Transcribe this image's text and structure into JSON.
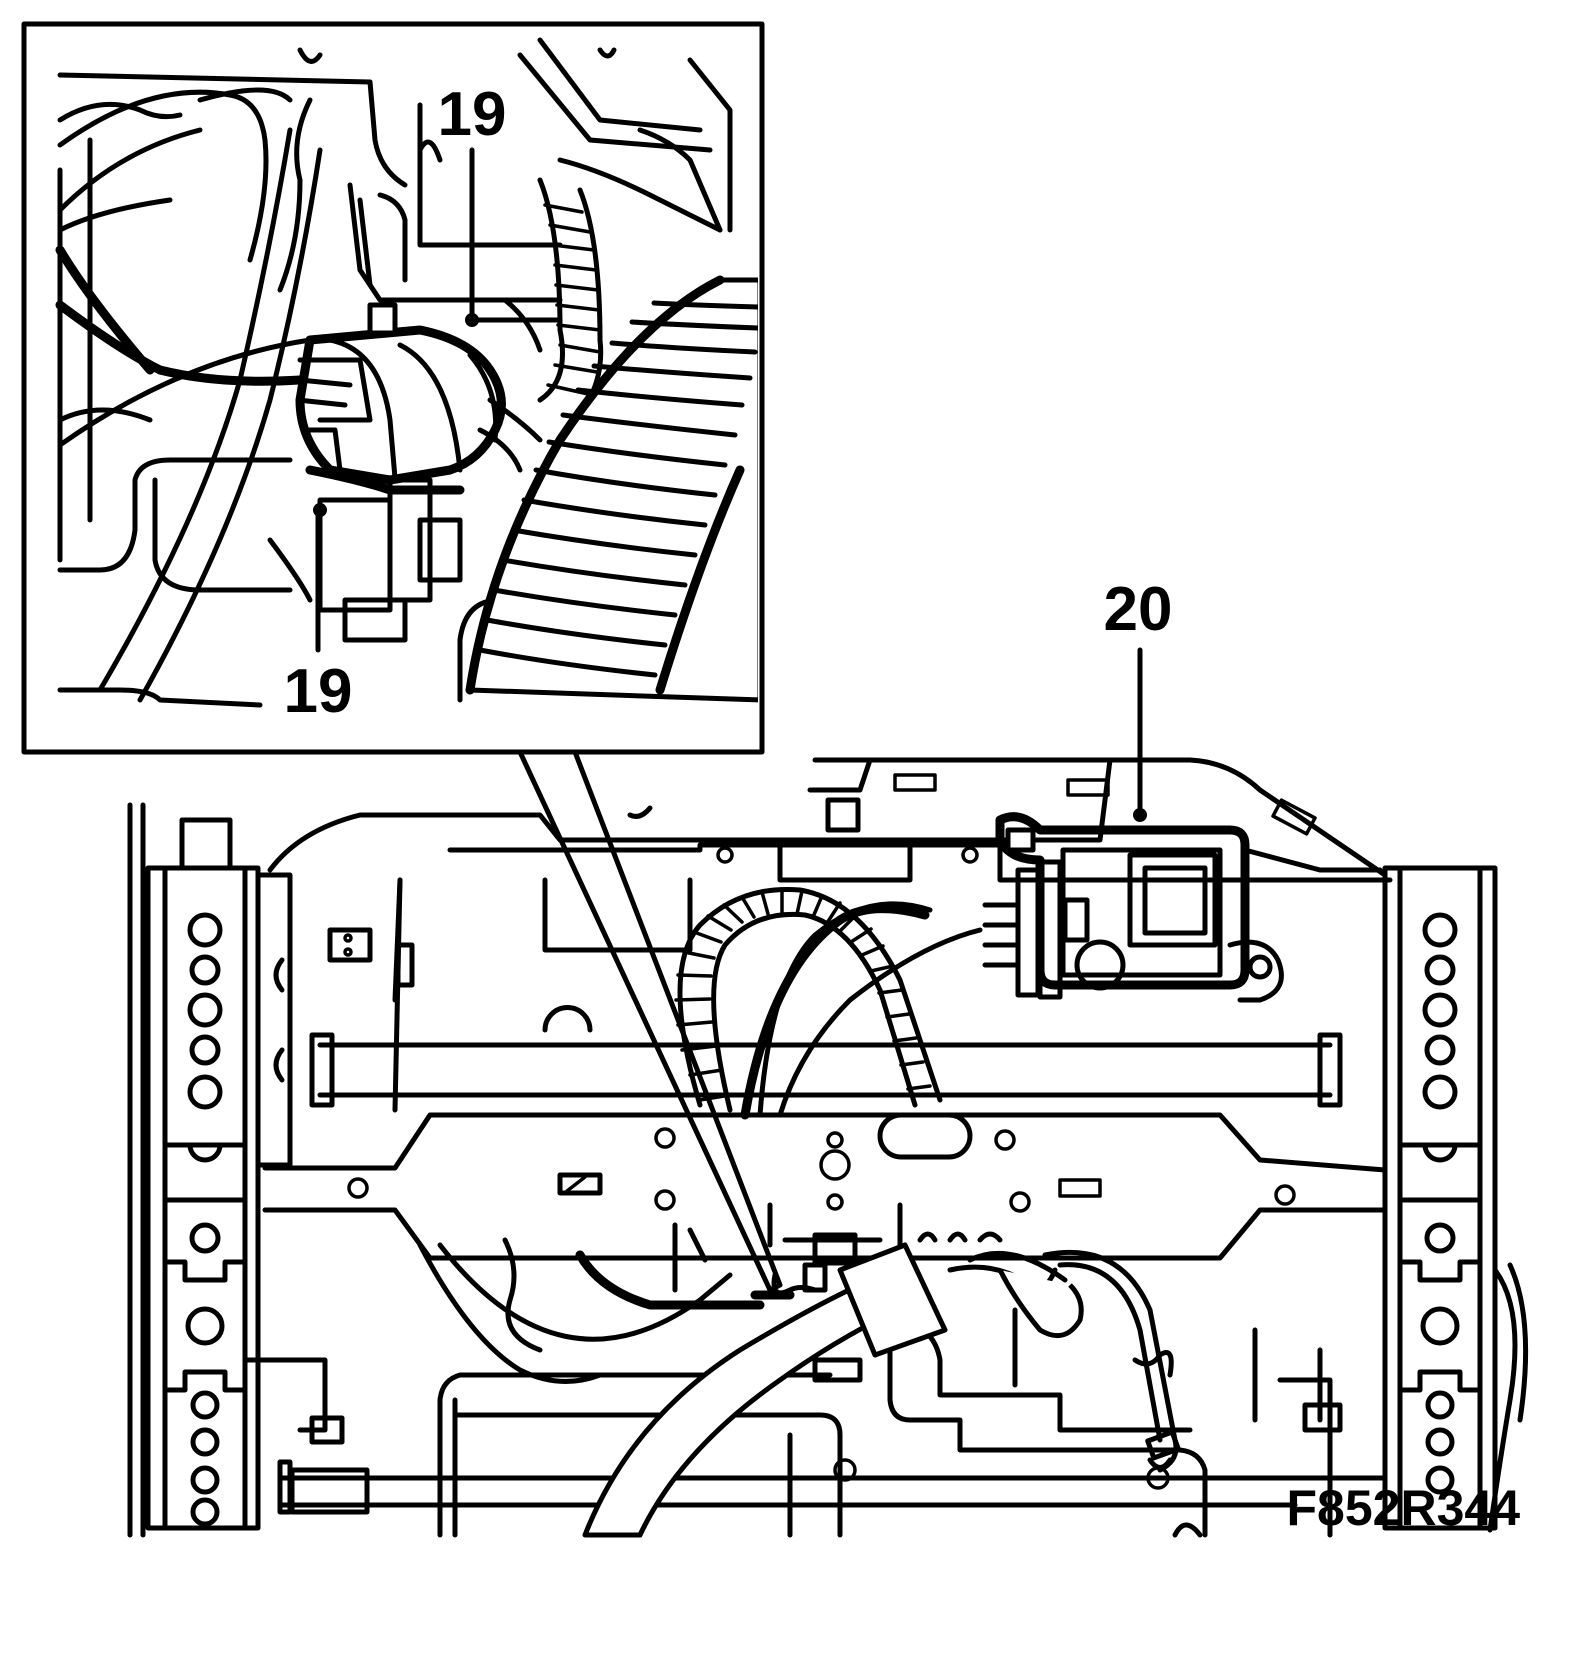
{
  "callouts": {
    "inset_top": "19",
    "inset_bottom": "19",
    "module": "20"
  },
  "figure_id": "F852R344",
  "colors": {
    "line": "#000000",
    "background": "#ffffff"
  }
}
